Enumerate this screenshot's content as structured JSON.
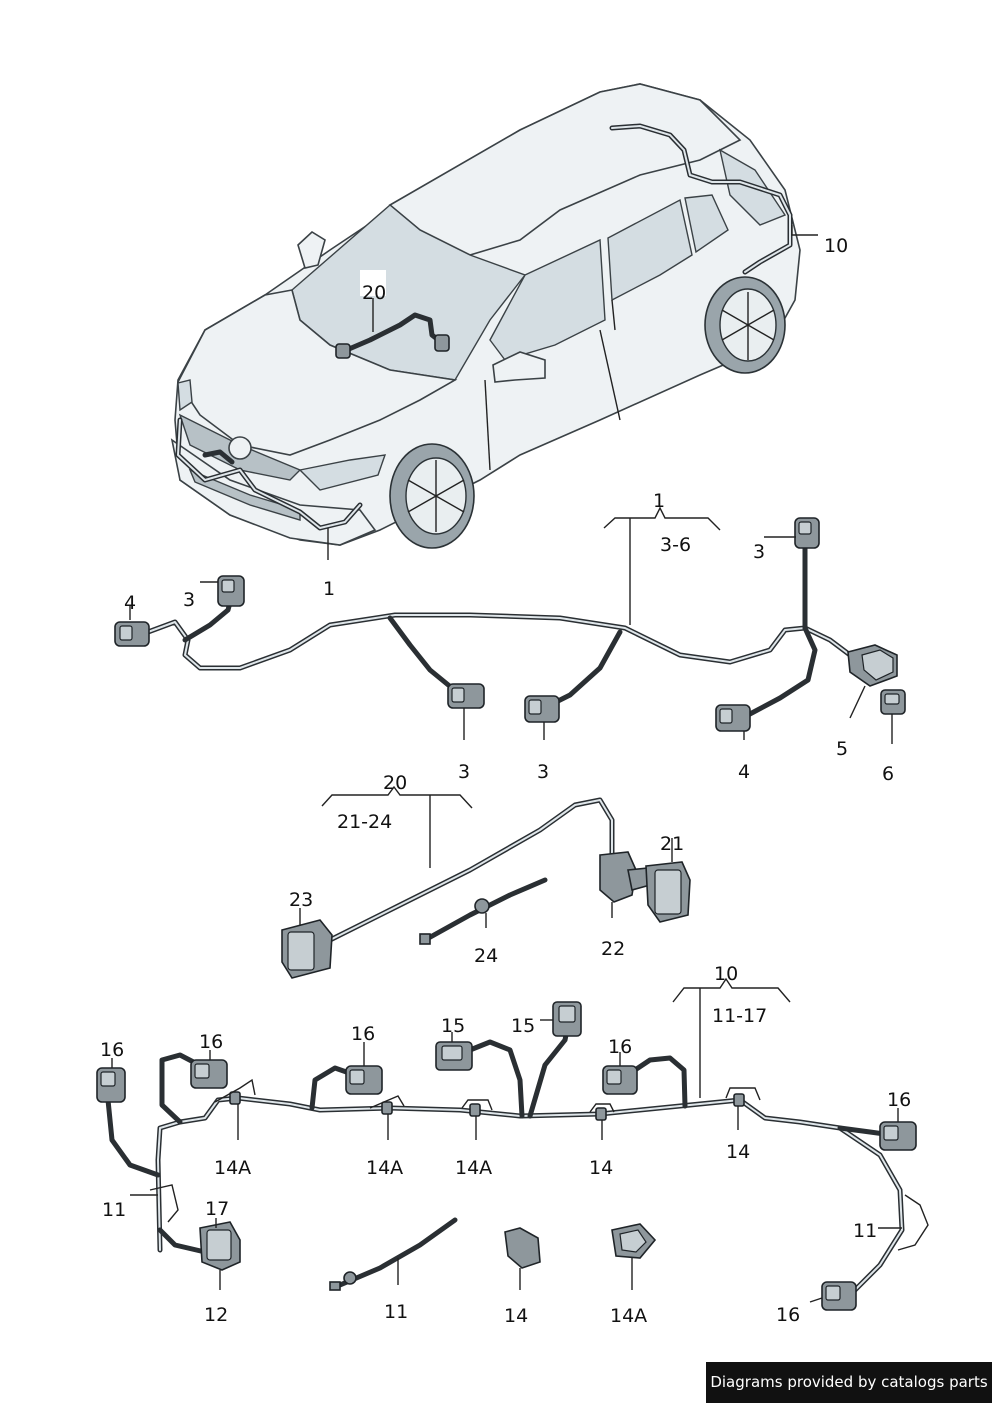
{
  "callouts": {
    "c20_car": "20",
    "c10_car": "10",
    "c1_car": "1",
    "c1_group": "1",
    "c1_range": "3-6",
    "c3_top_right": "3",
    "c4_left": "4",
    "c3_left": "3",
    "c3_mid_a": "3",
    "c3_mid_b": "3",
    "c4_right": "4",
    "c5": "5",
    "c6": "6",
    "c20_group": "20",
    "c20_range": "21-24",
    "c21": "21",
    "c22": "22",
    "c23": "23",
    "c24": "24",
    "c10_group": "10",
    "c10_range": "11-17",
    "c16_a": "16",
    "c16_b": "16",
    "c16_c": "16",
    "c16_d": "16",
    "c16_e": "16",
    "c16_f": "16",
    "c15_a": "15",
    "c15_b": "15",
    "c14A_a": "14A",
    "c14A_b": "14A",
    "c14A_c": "14A",
    "c14_a": "14",
    "c14_b": "14",
    "c11_left": "11",
    "c11_right": "11",
    "c17": "17",
    "c12": "12",
    "c11_tie": "11",
    "c14_clip": "14",
    "c14A_clip": "14A"
  },
  "footer": {
    "text": "Diagrams provided by catalogs parts"
  }
}
